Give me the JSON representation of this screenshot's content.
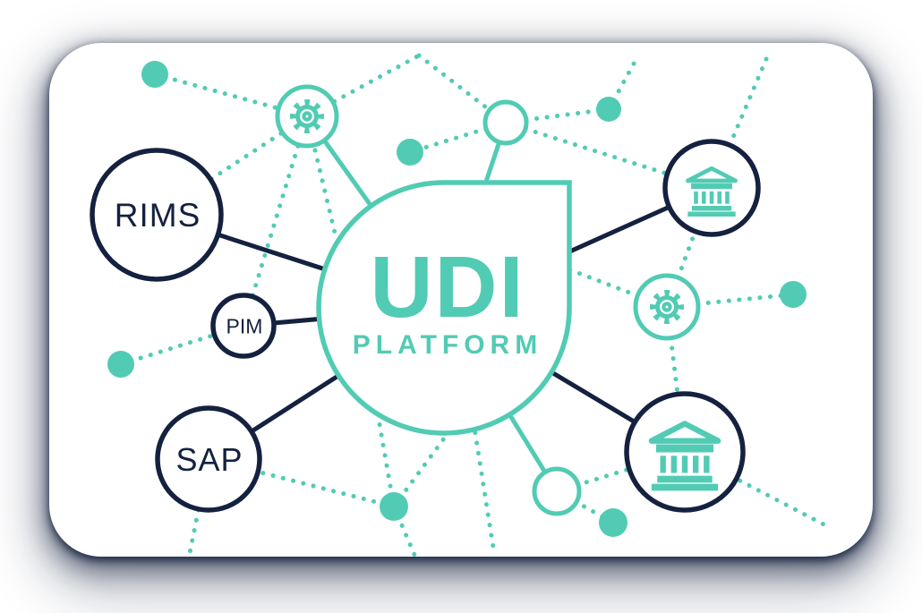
{
  "diagram": {
    "title": "UDI",
    "subtitle": "PLATFORM",
    "nodes": {
      "rims": {
        "label": "RIMS"
      },
      "pim": {
        "label": "PIM"
      },
      "sap": {
        "label": "SAP"
      }
    },
    "icons": {
      "top_left": "gear-icon",
      "top_right": "bank-icon",
      "middle_right": "gear-icon",
      "bottom_right": "bank-icon"
    },
    "colors": {
      "teal": "#52cbb4",
      "navy": "#14213f",
      "card-bg": "#ffffff"
    }
  }
}
